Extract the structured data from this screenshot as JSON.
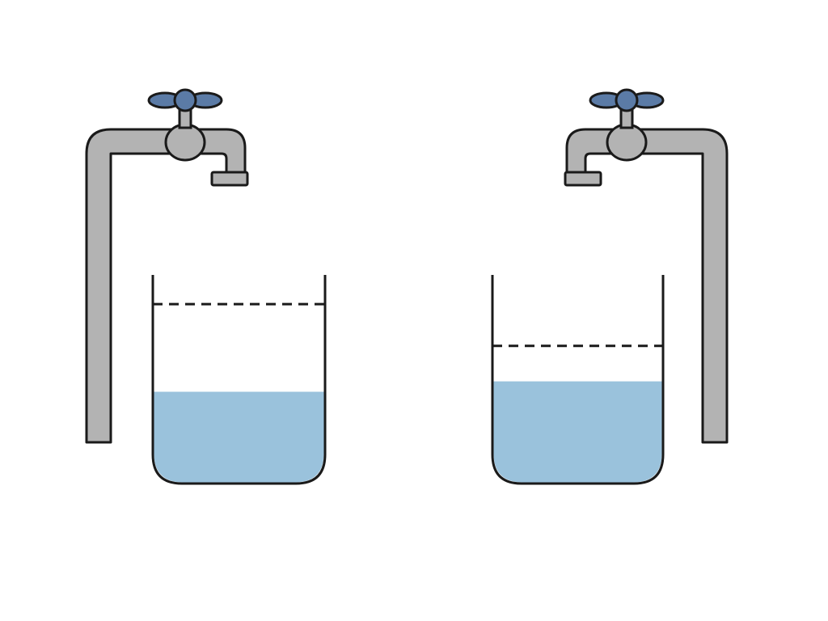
{
  "colors": {
    "background": "#ffffff",
    "pipe_fill": "#b3b3b3",
    "outline": "#1a1a1a",
    "handle_fill": "#5b7ba6",
    "water_fill": "#9ac2dc",
    "target_line": "#1a1a1a"
  },
  "icons": {
    "faucet": "faucet-icon",
    "handle": "cross-handle-icon",
    "container": "beaker-icon"
  },
  "setups": [
    {
      "id": "left",
      "faucet_orientation": "spout-right",
      "water_fill_fraction": 0.44,
      "target_line_fraction": 0.86
    },
    {
      "id": "right",
      "faucet_orientation": "spout-left",
      "water_fill_fraction": 0.49,
      "target_line_fraction": 0.66
    }
  ]
}
